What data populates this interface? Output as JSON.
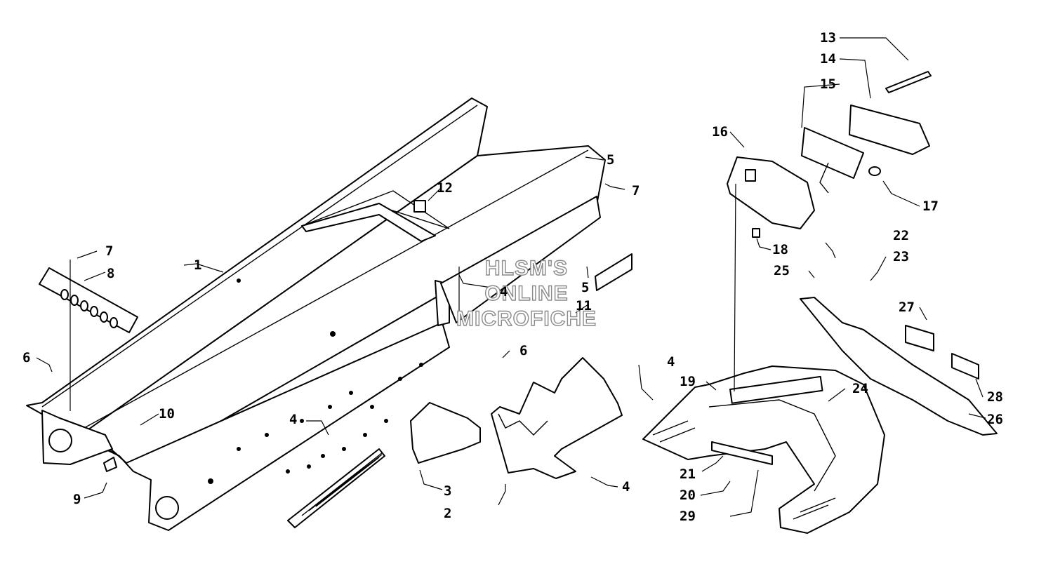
{
  "diagram": {
    "callouts": [
      {
        "id": "c1",
        "text": "1"
      },
      {
        "id": "c2",
        "text": "2"
      },
      {
        "id": "c3",
        "text": "3"
      },
      {
        "id": "c4a",
        "text": "4"
      },
      {
        "id": "c4b",
        "text": "4"
      },
      {
        "id": "c4c",
        "text": "4"
      },
      {
        "id": "c4d",
        "text": "4"
      },
      {
        "id": "c5a",
        "text": "5"
      },
      {
        "id": "c5b",
        "text": "5"
      },
      {
        "id": "c6a",
        "text": "6"
      },
      {
        "id": "c6b",
        "text": "6"
      },
      {
        "id": "c7a",
        "text": "7"
      },
      {
        "id": "c7b",
        "text": "7"
      },
      {
        "id": "c8",
        "text": "8"
      },
      {
        "id": "c9",
        "text": "9"
      },
      {
        "id": "c10",
        "text": "10"
      },
      {
        "id": "c11",
        "text": "11"
      },
      {
        "id": "c12",
        "text": "12"
      },
      {
        "id": "c13",
        "text": "13"
      },
      {
        "id": "c14",
        "text": "14"
      },
      {
        "id": "c15",
        "text": "15"
      },
      {
        "id": "c16",
        "text": "16"
      },
      {
        "id": "c17",
        "text": "17"
      },
      {
        "id": "c18",
        "text": "18"
      },
      {
        "id": "c19",
        "text": "19"
      },
      {
        "id": "c20",
        "text": "20"
      },
      {
        "id": "c21",
        "text": "21"
      },
      {
        "id": "c22",
        "text": "22"
      },
      {
        "id": "c23",
        "text": "23"
      },
      {
        "id": "c24",
        "text": "24"
      },
      {
        "id": "c25",
        "text": "25"
      },
      {
        "id": "c26",
        "text": "26"
      },
      {
        "id": "c27",
        "text": "27"
      },
      {
        "id": "c28",
        "text": "28"
      },
      {
        "id": "c29",
        "text": "29"
      }
    ],
    "watermark": [
      "HLSM'S",
      "ONLINE",
      "MICROFICHE"
    ]
  }
}
